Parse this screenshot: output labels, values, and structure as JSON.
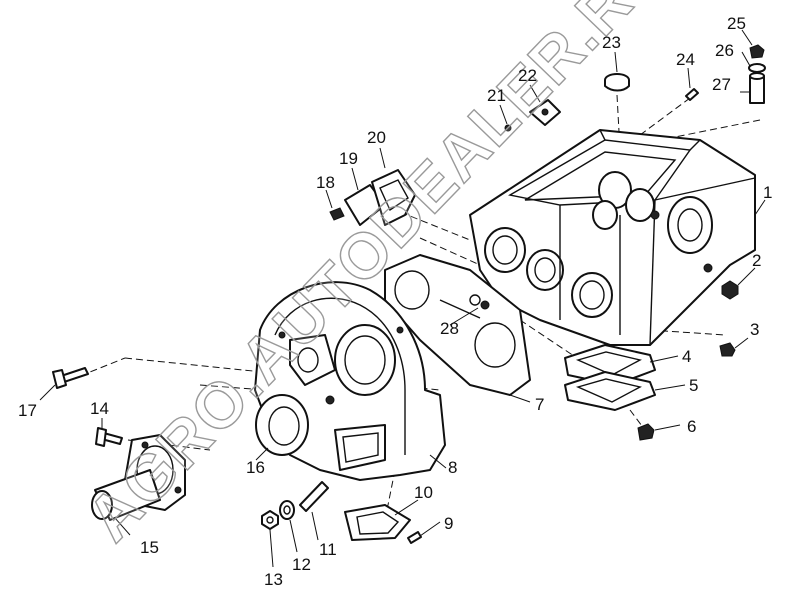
{
  "watermark": "AGRO.AUTODEALER.RU",
  "callouts": [
    {
      "id": "1",
      "text": "1"
    },
    {
      "id": "2",
      "text": "2"
    },
    {
      "id": "3",
      "text": "3"
    },
    {
      "id": "4",
      "text": "4"
    },
    {
      "id": "5",
      "text": "5"
    },
    {
      "id": "6",
      "text": "6"
    },
    {
      "id": "7",
      "text": "7"
    },
    {
      "id": "8",
      "text": "8"
    },
    {
      "id": "9",
      "text": "9"
    },
    {
      "id": "10",
      "text": "10"
    },
    {
      "id": "11",
      "text": "11"
    },
    {
      "id": "12",
      "text": "12"
    },
    {
      "id": "13",
      "text": "13"
    },
    {
      "id": "14",
      "text": "14"
    },
    {
      "id": "15",
      "text": "15"
    },
    {
      "id": "16",
      "text": "16"
    },
    {
      "id": "17",
      "text": "17"
    },
    {
      "id": "18",
      "text": "18"
    },
    {
      "id": "19",
      "text": "19"
    },
    {
      "id": "20",
      "text": "20"
    },
    {
      "id": "21",
      "text": "21"
    },
    {
      "id": "22",
      "text": "22"
    },
    {
      "id": "23",
      "text": "23"
    },
    {
      "id": "24",
      "text": "24"
    },
    {
      "id": "25",
      "text": "25"
    },
    {
      "id": "26",
      "text": "26"
    },
    {
      "id": "27",
      "text": "27"
    },
    {
      "id": "28",
      "text": "28"
    }
  ]
}
